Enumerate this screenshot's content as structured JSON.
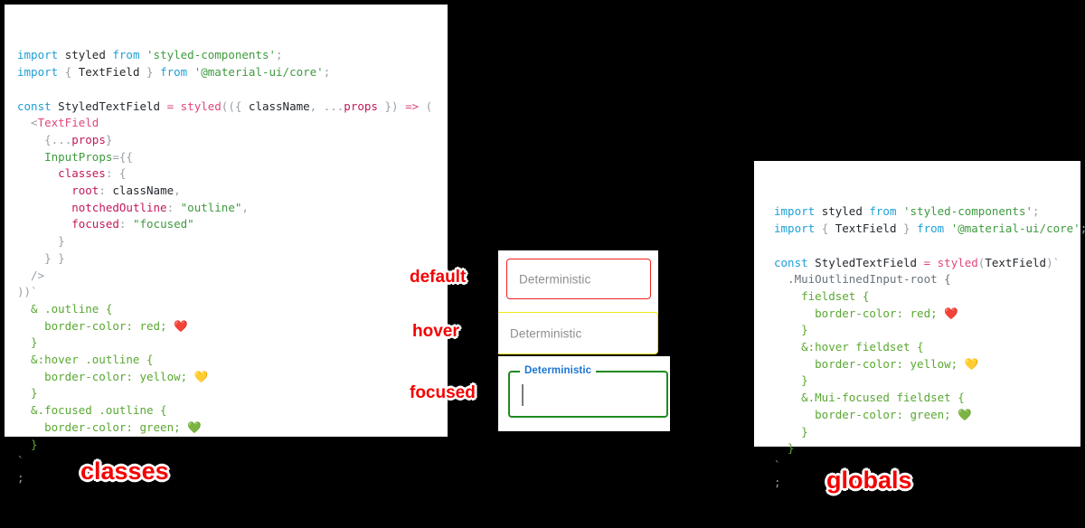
{
  "background_color": "#000000",
  "panels": {
    "classes": {
      "caption": "classes",
      "code_lines": [
        [
          {
            "t": "import",
            "c": "kw"
          },
          {
            "t": " ",
            "c": "plain"
          },
          {
            "t": "styled",
            "c": "plain"
          },
          {
            "t": " ",
            "c": "plain"
          },
          {
            "t": "from",
            "c": "kw"
          },
          {
            "t": " ",
            "c": "plain"
          },
          {
            "t": "'styled-components'",
            "c": "str"
          },
          {
            "t": ";",
            "c": "punct"
          }
        ],
        [
          {
            "t": "import",
            "c": "kw"
          },
          {
            "t": " ",
            "c": "plain"
          },
          {
            "t": "{",
            "c": "punct"
          },
          {
            "t": " TextField ",
            "c": "plain"
          },
          {
            "t": "}",
            "c": "punct"
          },
          {
            "t": " ",
            "c": "plain"
          },
          {
            "t": "from",
            "c": "kw"
          },
          {
            "t": " ",
            "c": "plain"
          },
          {
            "t": "'@material-ui/core'",
            "c": "str"
          },
          {
            "t": ";",
            "c": "punct"
          }
        ],
        [],
        [
          {
            "t": "const",
            "c": "kw"
          },
          {
            "t": " StyledTextField ",
            "c": "plain"
          },
          {
            "t": "=",
            "c": "fn"
          },
          {
            "t": " ",
            "c": "plain"
          },
          {
            "t": "styled",
            "c": "fn"
          },
          {
            "t": "((",
            "c": "punct"
          },
          {
            "t": "{ ",
            "c": "punct"
          },
          {
            "t": "className",
            "c": "plain"
          },
          {
            "t": ",",
            "c": "punct"
          },
          {
            "t": " ",
            "c": "plain"
          },
          {
            "t": "...",
            "c": "punct"
          },
          {
            "t": "props",
            "c": "key"
          },
          {
            "t": " }",
            "c": "punct"
          },
          {
            "t": ") ",
            "c": "punct"
          },
          {
            "t": "=>",
            "c": "fn"
          },
          {
            "t": " (",
            "c": "punct"
          }
        ],
        [
          {
            "t": "  <",
            "c": "punct"
          },
          {
            "t": "TextField",
            "c": "tag"
          }
        ],
        [
          {
            "t": "    {",
            "c": "punct"
          },
          {
            "t": "...",
            "c": "punct"
          },
          {
            "t": "props",
            "c": "key"
          },
          {
            "t": "}",
            "c": "punct"
          }
        ],
        [
          {
            "t": "    ",
            "c": "plain"
          },
          {
            "t": "InputProps",
            "c": "attr"
          },
          {
            "t": "=",
            "c": "punct"
          },
          {
            "t": "{{",
            "c": "punct"
          }
        ],
        [
          {
            "t": "      ",
            "c": "plain"
          },
          {
            "t": "classes",
            "c": "key"
          },
          {
            "t": ":",
            "c": "punct"
          },
          {
            "t": " ",
            "c": "plain"
          },
          {
            "t": "{",
            "c": "punct"
          }
        ],
        [
          {
            "t": "        ",
            "c": "plain"
          },
          {
            "t": "root",
            "c": "key"
          },
          {
            "t": ":",
            "c": "punct"
          },
          {
            "t": " ",
            "c": "plain"
          },
          {
            "t": "className",
            "c": "plain"
          },
          {
            "t": ",",
            "c": "punct"
          }
        ],
        [
          {
            "t": "        ",
            "c": "plain"
          },
          {
            "t": "notchedOutline",
            "c": "key"
          },
          {
            "t": ":",
            "c": "punct"
          },
          {
            "t": " ",
            "c": "plain"
          },
          {
            "t": "\"outline\"",
            "c": "str"
          },
          {
            "t": ",",
            "c": "punct"
          }
        ],
        [
          {
            "t": "        ",
            "c": "plain"
          },
          {
            "t": "focused",
            "c": "key"
          },
          {
            "t": ":",
            "c": "punct"
          },
          {
            "t": " ",
            "c": "plain"
          },
          {
            "t": "\"focused\"",
            "c": "str"
          }
        ],
        [
          {
            "t": "      }",
            "c": "punct"
          }
        ],
        [
          {
            "t": "    } }",
            "c": "punct"
          }
        ],
        [
          {
            "t": "  />",
            "c": "punct"
          }
        ],
        [
          {
            "t": "))",
            "c": "punct"
          },
          {
            "t": "`",
            "c": "tick"
          }
        ],
        [
          {
            "t": "  & .outline {",
            "c": "css"
          }
        ],
        [
          {
            "t": "    border-color: red; ",
            "c": "css"
          },
          {
            "t": "❤️",
            "c": "emoji"
          }
        ],
        [
          {
            "t": "  }",
            "c": "css"
          }
        ],
        [
          {
            "t": "  &:hover .outline {",
            "c": "css"
          }
        ],
        [
          {
            "t": "    border-color: yellow; ",
            "c": "css"
          },
          {
            "t": "💛",
            "c": "emoji"
          }
        ],
        [
          {
            "t": "  }",
            "c": "css"
          }
        ],
        [
          {
            "t": "  &.focused .outline {",
            "c": "css"
          }
        ],
        [
          {
            "t": "    border-color: green; ",
            "c": "css"
          },
          {
            "t": "💚",
            "c": "emoji"
          }
        ],
        [
          {
            "t": "  }",
            "c": "css"
          }
        ],
        [
          {
            "t": "`",
            "c": "tick"
          }
        ],
        [
          {
            "t": ";",
            "c": "punct"
          }
        ]
      ]
    },
    "globals": {
      "caption": "globals",
      "code_lines": [
        [
          {
            "t": "import",
            "c": "kw"
          },
          {
            "t": " ",
            "c": "plain"
          },
          {
            "t": "styled",
            "c": "plain"
          },
          {
            "t": " ",
            "c": "plain"
          },
          {
            "t": "from",
            "c": "kw"
          },
          {
            "t": " ",
            "c": "plain"
          },
          {
            "t": "'styled-components'",
            "c": "str"
          },
          {
            "t": ";",
            "c": "punct"
          }
        ],
        [
          {
            "t": "import",
            "c": "kw"
          },
          {
            "t": " ",
            "c": "plain"
          },
          {
            "t": "{",
            "c": "punct"
          },
          {
            "t": " TextField ",
            "c": "plain"
          },
          {
            "t": "}",
            "c": "punct"
          },
          {
            "t": " ",
            "c": "plain"
          },
          {
            "t": "from",
            "c": "kw"
          },
          {
            "t": " ",
            "c": "plain"
          },
          {
            "t": "'@material-ui/core'",
            "c": "str"
          },
          {
            "t": ";",
            "c": "punct"
          }
        ],
        [],
        [
          {
            "t": "const",
            "c": "kw"
          },
          {
            "t": " StyledTextField ",
            "c": "plain"
          },
          {
            "t": "=",
            "c": "fn"
          },
          {
            "t": " ",
            "c": "plain"
          },
          {
            "t": "styled",
            "c": "fn"
          },
          {
            "t": "(",
            "c": "punct"
          },
          {
            "t": "TextField",
            "c": "plain"
          },
          {
            "t": ")",
            "c": "punct"
          },
          {
            "t": "`",
            "c": "tick"
          }
        ],
        [
          {
            "t": "  .MuiOutlinedInput-root {",
            "c": "gray"
          }
        ],
        [
          {
            "t": "    fieldset {",
            "c": "css"
          }
        ],
        [
          {
            "t": "      border-color: red; ",
            "c": "css"
          },
          {
            "t": "❤️",
            "c": "emoji"
          }
        ],
        [
          {
            "t": "    }",
            "c": "css"
          }
        ],
        [
          {
            "t": "    &:hover fieldset {",
            "c": "css"
          }
        ],
        [
          {
            "t": "      border-color: yellow; ",
            "c": "css"
          },
          {
            "t": "💛",
            "c": "emoji"
          }
        ],
        [
          {
            "t": "    }",
            "c": "css"
          }
        ],
        [
          {
            "t": "    &.Mui-focused fieldset {",
            "c": "css"
          }
        ],
        [
          {
            "t": "      border-color: green; ",
            "c": "css"
          },
          {
            "t": "💚",
            "c": "emoji"
          }
        ],
        [
          {
            "t": "    }",
            "c": "css"
          }
        ],
        [
          {
            "t": "  }",
            "c": "css"
          }
        ],
        [
          {
            "t": "`",
            "c": "tick"
          }
        ],
        [
          {
            "t": ";",
            "c": "punct"
          }
        ]
      ]
    }
  },
  "demo": {
    "states": {
      "default_label": "default",
      "hover_label": "hover",
      "focused_label": "focused"
    },
    "fields": {
      "default": {
        "text": "Deterministic",
        "border_color": "#f02020"
      },
      "hover": {
        "text": "Deterministic",
        "border_color": "#f5e514"
      },
      "focused": {
        "legend": "Deterministic",
        "value": "",
        "border_color": "#1f8a1f",
        "legend_color": "#1b76d2"
      }
    }
  },
  "annotation_color": "#f40000"
}
